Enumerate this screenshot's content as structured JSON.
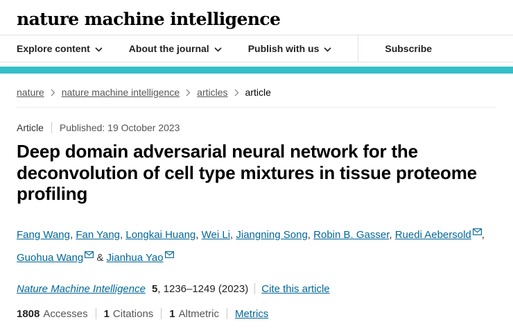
{
  "colors": {
    "accent": "#33bfc7",
    "link": "#006699"
  },
  "header": {
    "logo": "nature machine intelligence",
    "nav": [
      {
        "label": "Explore content",
        "has_chevron": true,
        "separator_before": false
      },
      {
        "label": "About the journal",
        "has_chevron": true,
        "separator_before": false
      },
      {
        "label": "Publish with us",
        "has_chevron": true,
        "separator_before": false
      },
      {
        "label": "Subscribe",
        "has_chevron": false,
        "separator_before": true
      }
    ]
  },
  "breadcrumb": {
    "items": [
      {
        "label": "nature",
        "link": true
      },
      {
        "label": "nature machine intelligence",
        "link": true
      },
      {
        "label": "articles",
        "link": true
      },
      {
        "label": "article",
        "link": false
      }
    ]
  },
  "article": {
    "type_label": "Article",
    "published": "Published: 19 October 2023",
    "title": "Deep domain adversarial neural network for the deconvolution of cell type mixtures in tissue proteome profiling",
    "authors_separator": ", ",
    "authors_conjunction": " & ",
    "authors": [
      {
        "name": "Fang Wang",
        "email": false
      },
      {
        "name": "Fan Yang",
        "email": false
      },
      {
        "name": "Longkai Huang",
        "email": false
      },
      {
        "name": "Wei Li",
        "email": false
      },
      {
        "name": "Jiangning Song",
        "email": false
      },
      {
        "name": "Robin B. Gasser",
        "email": false
      },
      {
        "name": "Ruedi Aebersold",
        "email": true
      },
      {
        "name": "Guohua Wang",
        "email": true
      },
      {
        "name": "Jianhua Yao",
        "email": true
      }
    ],
    "journal": {
      "name": "Nature Machine Intelligence",
      "volume": "5",
      "pages": ", 1236–1249 (2023)",
      "cite_label": "Cite this article"
    },
    "metrics": [
      {
        "value": "1808",
        "label": "Accesses",
        "link": false
      },
      {
        "value": "1",
        "label": "Citations",
        "link": false
      },
      {
        "value": "1",
        "label": "Altmetric",
        "link": false
      },
      {
        "value": "",
        "label": "Metrics",
        "link": true
      }
    ]
  }
}
